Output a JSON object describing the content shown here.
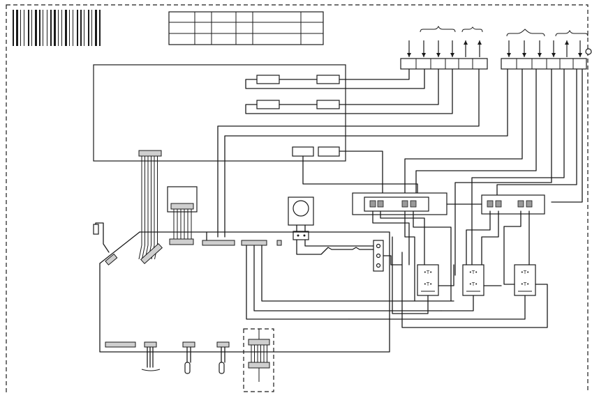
{
  "diagram": {
    "kind": "wiring-schematic",
    "title": "",
    "labels": [],
    "colors": {
      "ink": "#1a1a1a",
      "paper": "#ffffff",
      "fill": "#cfcfcf"
    },
    "relay_symbols": [
      "•T•",
      "•T•",
      "•T•"
    ]
  }
}
